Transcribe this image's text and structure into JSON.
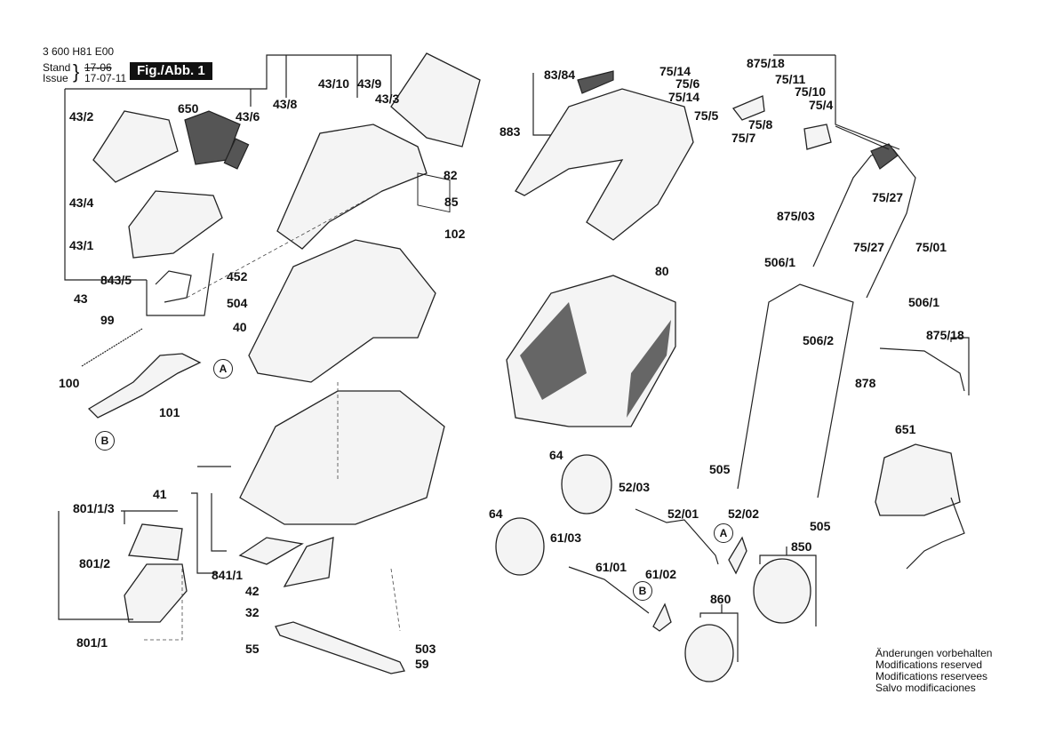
{
  "header": {
    "doc_number": "3 600 H81 E00",
    "stand_label": "Stand",
    "issue_label": "Issue",
    "stand_value_struck": "17-06",
    "issue_value": "17-07-11",
    "figure_label": "Fig./Abb. 1"
  },
  "parts": [
    {
      "id": "43/2"
    },
    {
      "id": "650"
    },
    {
      "id": "43/6"
    },
    {
      "id": "43/8"
    },
    {
      "id": "43/10"
    },
    {
      "id": "43/9"
    },
    {
      "id": "43/3"
    },
    {
      "id": "82"
    },
    {
      "id": "43/4"
    },
    {
      "id": "43/1"
    },
    {
      "id": "843/5"
    },
    {
      "id": "43"
    },
    {
      "id": "85"
    },
    {
      "id": "102"
    },
    {
      "id": "452"
    },
    {
      "id": "504"
    },
    {
      "id": "40"
    },
    {
      "id": "99"
    },
    {
      "id": "100"
    },
    {
      "id": "101"
    },
    {
      "id": "41"
    },
    {
      "id": "801/1/3"
    },
    {
      "id": "801/2"
    },
    {
      "id": "801/1"
    },
    {
      "id": "841/1"
    },
    {
      "id": "42"
    },
    {
      "id": "32"
    },
    {
      "id": "55"
    },
    {
      "id": "503"
    },
    {
      "id": "59"
    },
    {
      "id": "83/84"
    },
    {
      "id": "883"
    },
    {
      "id": "80"
    },
    {
      "id": "64"
    },
    {
      "id": "52/03"
    },
    {
      "id": "52/01"
    },
    {
      "id": "52/02"
    },
    {
      "id": "61/03"
    },
    {
      "id": "61/01"
    },
    {
      "id": "61/02"
    },
    {
      "id": "850"
    },
    {
      "id": "860"
    },
    {
      "id": "75/14"
    },
    {
      "id": "75/6"
    },
    {
      "id": "75/5"
    },
    {
      "id": "875/18"
    },
    {
      "id": "75/11"
    },
    {
      "id": "75/10"
    },
    {
      "id": "75/4"
    },
    {
      "id": "75/8"
    },
    {
      "id": "75/7"
    },
    {
      "id": "75/27"
    },
    {
      "id": "875/03"
    },
    {
      "id": "75/01"
    },
    {
      "id": "506/1"
    },
    {
      "id": "506/2"
    },
    {
      "id": "878"
    },
    {
      "id": "505"
    },
    {
      "id": "651"
    }
  ],
  "labels": {
    "l_43_2": "43/2",
    "l_650": "650",
    "l_43_6": "43/6",
    "l_43_8": "43/8",
    "l_43_10": "43/10",
    "l_43_9": "43/9",
    "l_43_3": "43/3",
    "l_82": "82",
    "l_43_4": "43/4",
    "l_43_1": "43/1",
    "l_843_5": "843/5",
    "l_43": "43",
    "l_85": "85",
    "l_102": "102",
    "l_452": "452",
    "l_504": "504",
    "l_40": "40",
    "l_99": "99",
    "l_100": "100",
    "l_101": "101",
    "l_41": "41",
    "l_801_1_3": "801/1/3",
    "l_801_2": "801/2",
    "l_801_1": "801/1",
    "l_841_1": "841/1",
    "l_42": "42",
    "l_32": "32",
    "l_55": "55",
    "l_503": "503",
    "l_59": "59",
    "l_83_84": "83/84",
    "l_883": "883",
    "l_80": "80",
    "l_64a": "64",
    "l_64b": "64",
    "l_52_03": "52/03",
    "l_52_01": "52/01",
    "l_52_02": "52/02",
    "l_61_03": "61/03",
    "l_61_01": "61/01",
    "l_61_02": "61/02",
    "l_850": "850",
    "l_860": "860",
    "l_75_14a": "75/14",
    "l_75_6": "75/6",
    "l_75_14b": "75/14",
    "l_75_5": "75/5",
    "l_875_18a": "875/18",
    "l_75_11": "75/11",
    "l_75_10": "75/10",
    "l_75_4": "75/4",
    "l_75_8": "75/8",
    "l_75_7": "75/7",
    "l_75_27a": "75/27",
    "l_875_03": "875/03",
    "l_75_27b": "75/27",
    "l_506_1a": "506/1",
    "l_75_01": "75/01",
    "l_506_1b": "506/1",
    "l_506_2": "506/2",
    "l_875_18b": "875/18",
    "l_878": "878",
    "l_505a": "505",
    "l_505b": "505",
    "l_651": "651"
  },
  "callouts": {
    "a": "A",
    "b": "B"
  },
  "notes": [
    "Änderungen vorbehalten",
    "Modifications reserved",
    "Modifications reservees",
    "Salvo modificaciones"
  ]
}
